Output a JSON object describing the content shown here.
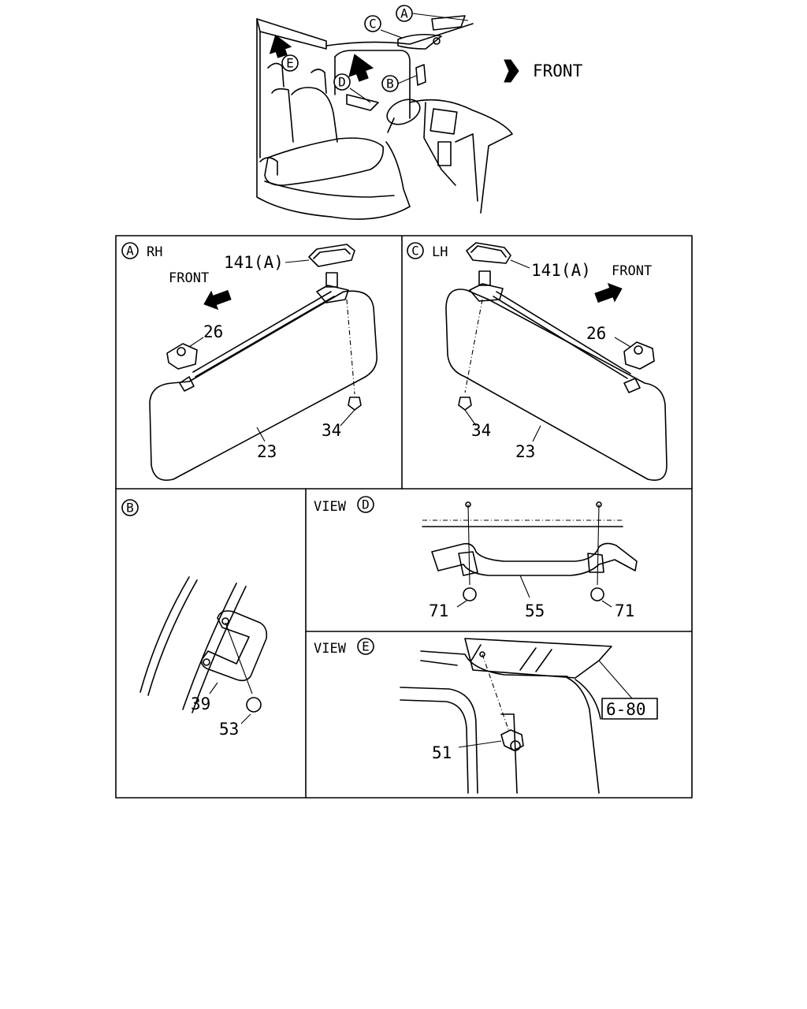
{
  "overview": {
    "callout_a": "A",
    "callout_b": "B",
    "callout_c": "C",
    "callout_d": "D",
    "callout_e": "E",
    "front_label": "FRONT"
  },
  "panel_a": {
    "callout": "A",
    "side": "RH",
    "front_label": "FRONT",
    "part_141": "141(A)",
    "part_26": "26",
    "part_34": "34",
    "part_23": "23"
  },
  "panel_c": {
    "callout": "C",
    "side": "LH",
    "front_label": "FRONT",
    "part_141": "141(A)",
    "part_26": "26",
    "part_34": "34",
    "part_23": "23"
  },
  "panel_b": {
    "callout": "B",
    "part_39": "39",
    "part_53": "53"
  },
  "panel_d": {
    "view_label": "VIEW",
    "callout": "D",
    "part_71_left": "71",
    "part_55": "55",
    "part_71_right": "71"
  },
  "panel_e": {
    "view_label": "VIEW",
    "callout": "E",
    "part_51": "51",
    "ref_box": "6-80"
  }
}
